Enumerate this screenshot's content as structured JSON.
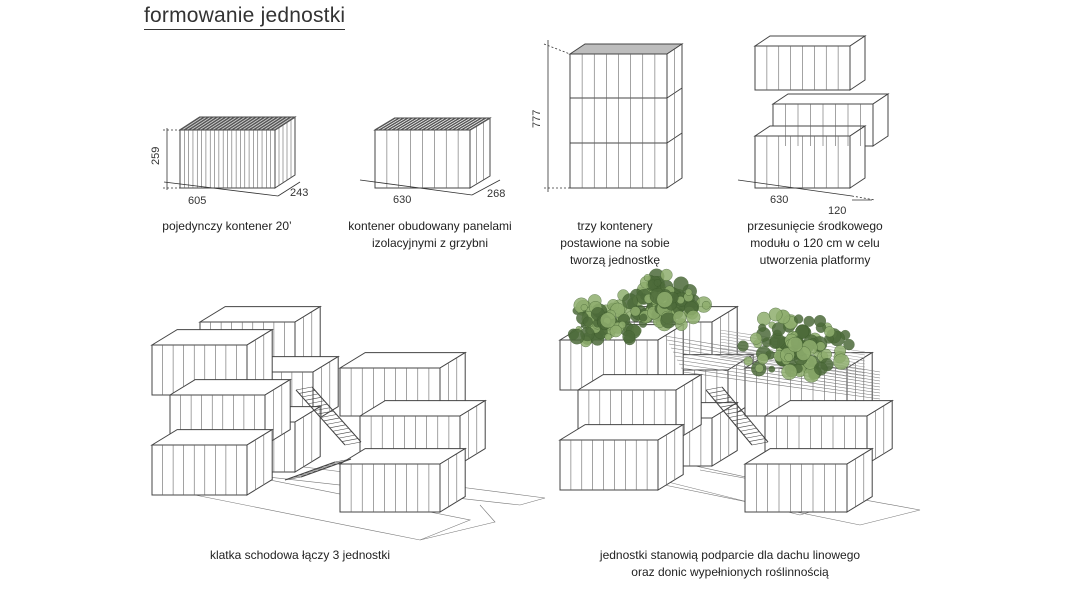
{
  "title": "formowanie jednostki",
  "dimensions": {
    "container_height": "259",
    "container_length": "605",
    "container_width": "243",
    "clad_length": "630",
    "clad_width": "268",
    "stack_height": "777",
    "shift_length": "630",
    "shift_offset": "120"
  },
  "captions": {
    "step1": "pojedynczy kontener 20’",
    "step2_line1": "kontener obudowany panelami",
    "step2_line2": "izolacyjnymi z grzybni",
    "step3_line1": "trzy kontenery",
    "step3_line2": "postawione na sobie",
    "step3_line3": "tworzą jednostkę",
    "step4_line1": "przesunięcie środkowego",
    "step4_line2": "modułu o 120 cm w celu",
    "step4_line3": "utworzenia platformy",
    "step5": "klatka schodowa łączy 3 jednostki",
    "step6_line1": "jednostki stanowią podparcie dla dachu linowego",
    "step6_line2": "oraz donic wypełnionych roślinnością"
  },
  "colors": {
    "line": "#444444",
    "greenery_dark": "#4d6b3a",
    "greenery_light": "#8fae6e"
  }
}
